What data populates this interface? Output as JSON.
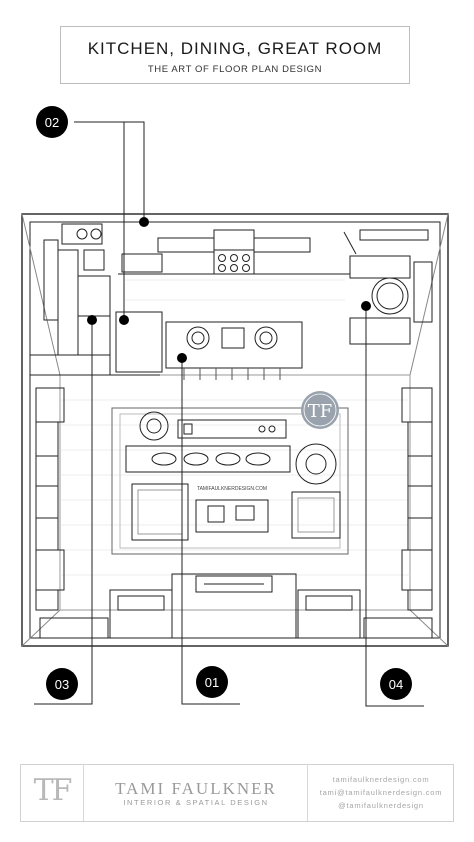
{
  "header": {
    "title": "KITCHEN, DINING, GREAT ROOM",
    "subtitle": "THE ART OF FLOOR PLAN DESIGN"
  },
  "callouts": [
    "02",
    "03",
    "01",
    "04"
  ],
  "plan": {
    "watermark_logo": "TF",
    "rug_label": "TAMIFAULKNERDESIGN.COM"
  },
  "footer": {
    "logo": "TF",
    "name": "TAMI FAULKNER",
    "tagline": "INTERIOR & SPATIAL DESIGN",
    "contact": [
      "tamifaulknerdesign.com",
      "tami@tamifaulknerdesign.com",
      "@tamifaulknerdesign"
    ]
  },
  "colors": {
    "ink": "#222222",
    "badge": "#000000",
    "watermark": "#9aa3ad"
  }
}
